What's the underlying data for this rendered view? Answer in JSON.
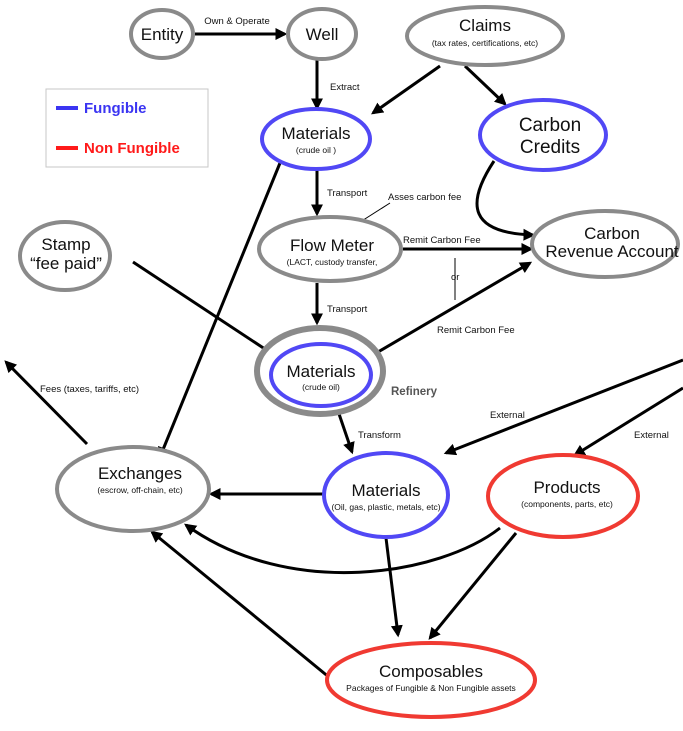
{
  "legend": {
    "fungible_label": "Fungible",
    "non_fungible_label": "Non Fungible",
    "fungible_color": "#3b35f2",
    "non_fungible_color": "#ff1a1a"
  },
  "colors": {
    "neutral_border": "#8a8a8a",
    "fungible_border": "#5148f5",
    "non_fungible_border": "#f03a32"
  },
  "nodes": {
    "entity": {
      "title": "Entity"
    },
    "well": {
      "title": "Well"
    },
    "claims": {
      "title": "Claims",
      "subtitle": "(tax rates, certifications, etc)"
    },
    "materials_crude": {
      "title": "Materials",
      "subtitle": "(crude oil )"
    },
    "carbon_credits": {
      "line1": "Carbon",
      "line2": "Credits"
    },
    "flow_meter": {
      "title": "Flow Meter",
      "subtitle": "(LACT, custody transfer,"
    },
    "carbon_revenue": {
      "line1": "Carbon",
      "line2": "Revenue Account"
    },
    "stamp": {
      "line1": "Stamp",
      "line2": "“fee paid”"
    },
    "materials_refinery": {
      "title": "Materials",
      "subtitle": "(crude oil)",
      "side_label": "Refinery"
    },
    "exchanges": {
      "title": "Exchanges",
      "subtitle": "(escrow, off-chain, etc)"
    },
    "materials_products": {
      "title": "Materials",
      "subtitle": "(Oil, gas, plastic, metals, etc)"
    },
    "products": {
      "title": "Products",
      "subtitle": "(components, parts, etc)"
    },
    "composables": {
      "title": "Composables",
      "subtitle": "Packages of Fungible & Non Fungible assets"
    }
  },
  "edge_labels": {
    "own_operate": "Own & Operate",
    "extract": "Extract",
    "transport_1": "Transport",
    "asses_carbon_fee": "Asses carbon fee",
    "remit_carbon_fee_1": "Remit Carbon Fee",
    "or": "or",
    "transport_2": "Transport",
    "remit_carbon_fee_2": "Remit Carbon Fee",
    "fees": "Fees (taxes, tariffs, etc)",
    "external_1": "External",
    "external_2": "External",
    "transform": "Transform"
  }
}
